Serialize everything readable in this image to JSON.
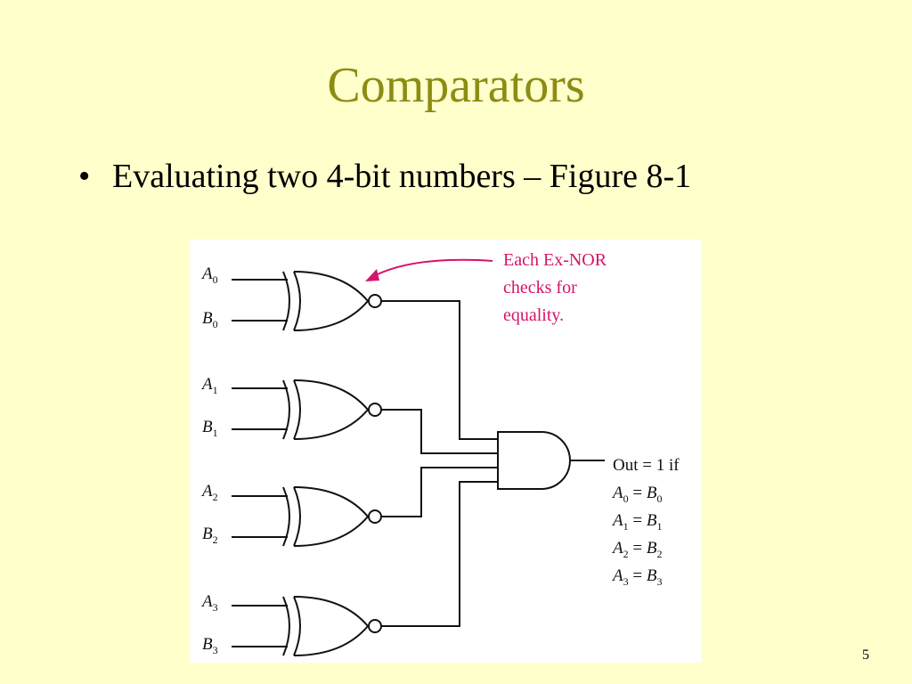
{
  "slide": {
    "title": "Comparators",
    "bullet_char": "•",
    "bullet_text": "Evaluating two 4-bit numbers – Figure 8-1",
    "page_number": "5"
  },
  "figure": {
    "annotation": [
      "Each Ex-NOR",
      "checks for",
      "equality."
    ],
    "inputs": [
      {
        "a": "A",
        "a_sub": "0",
        "b": "B",
        "b_sub": "0"
      },
      {
        "a": "A",
        "a_sub": "1",
        "b": "B",
        "b_sub": "1"
      },
      {
        "a": "A",
        "a_sub": "2",
        "b": "B",
        "b_sub": "2"
      },
      {
        "a": "A",
        "a_sub": "3",
        "b": "B",
        "b_sub": "3"
      }
    ],
    "output_label": "Out = 1 if",
    "equalities": [
      {
        "a": "A",
        "a_sub": "0",
        "eq": " = ",
        "b": "B",
        "b_sub": "0"
      },
      {
        "a": "A",
        "a_sub": "1",
        "eq": " = ",
        "b": "B",
        "b_sub": "1"
      },
      {
        "a": "A",
        "a_sub": "2",
        "eq": " = ",
        "b": "B",
        "b_sub": "2"
      },
      {
        "a": "A",
        "a_sub": "3",
        "eq": " = ",
        "b": "B",
        "b_sub": "3"
      }
    ],
    "colors": {
      "annotation": "#D6136A",
      "wire": "#111111"
    }
  }
}
